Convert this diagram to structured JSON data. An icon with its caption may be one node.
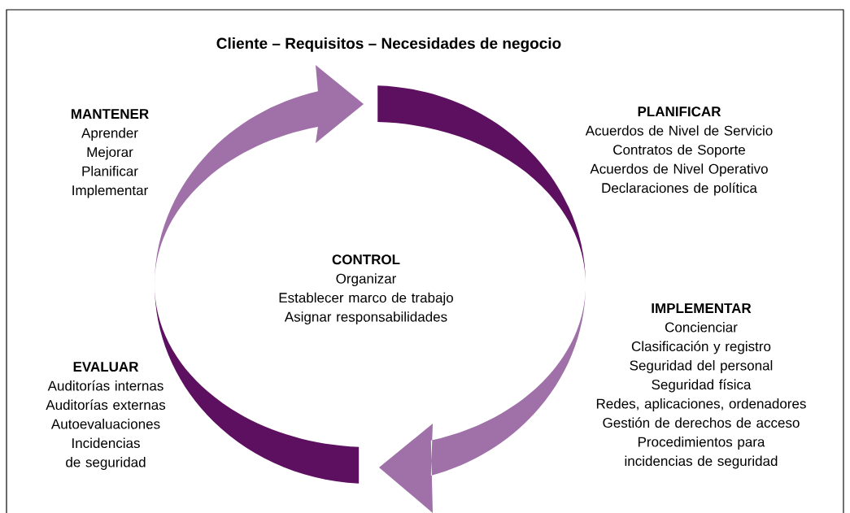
{
  "diagram": {
    "title": "Cliente – Requisitos – Necesidades de negocio",
    "nodes": [
      {
        "text": [
          "MANTENER",
          "Aprender",
          "Mejorar",
          "Planificar",
          "Implementar"
        ]
      },
      {
        "text": [
          "PLANIFICAR",
          "Acuerdos de Nivel de Servicio",
          "Contratos de Soporte",
          "Acuerdos de Nivel Operativo",
          "Declaraciones de política"
        ]
      },
      {
        "text": [
          "CONTROL",
          "Organizar",
          "Establecer marco de trabajo",
          "Asignar responsabilidades"
        ]
      },
      {
        "text": [
          "IMPLEMENTAR",
          "Concienciar",
          "Clasificación y registro",
          "Seguridad del personal",
          "Seguridad física",
          "Redes, aplicaciones, ordenadores",
          "Gestión de derechos de acceso",
          "Procedimientos para incidencias de seguridad"
        ]
      },
      {
        "text": [
          "EVALUAR",
          "Auditorías internas",
          "Auditorías externas",
          "Autoevaluaciones",
          "Incidencias de seguridad"
        ]
      }
    ]
  }
}
